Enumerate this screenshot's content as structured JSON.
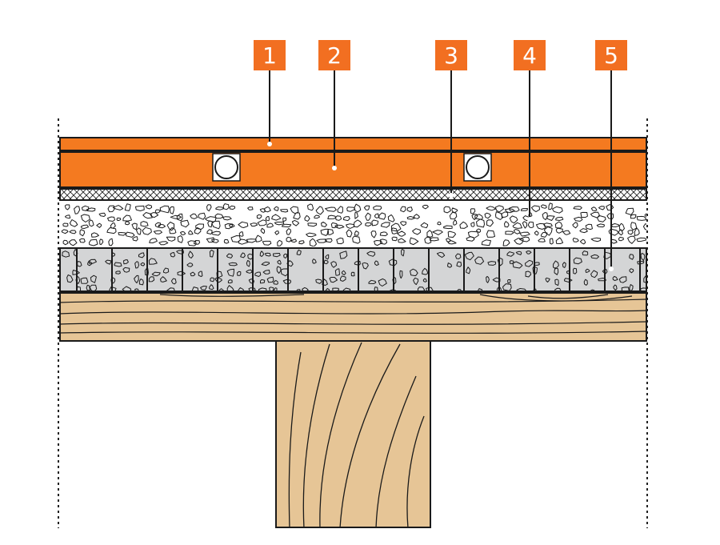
{
  "callouts": [
    {
      "number": "1"
    },
    {
      "number": "2"
    },
    {
      "number": "3"
    },
    {
      "number": "4"
    },
    {
      "number": "5"
    }
  ],
  "colors": {
    "callout_fill": "#f26f21",
    "heating_screed": "#f47a20",
    "gravel_fill": "#ffffff",
    "block_layer": "#d4d5d6",
    "timber": "#e6c596",
    "outline": "#1a1a1a",
    "insulation_mesh": "#bfbfbf"
  }
}
